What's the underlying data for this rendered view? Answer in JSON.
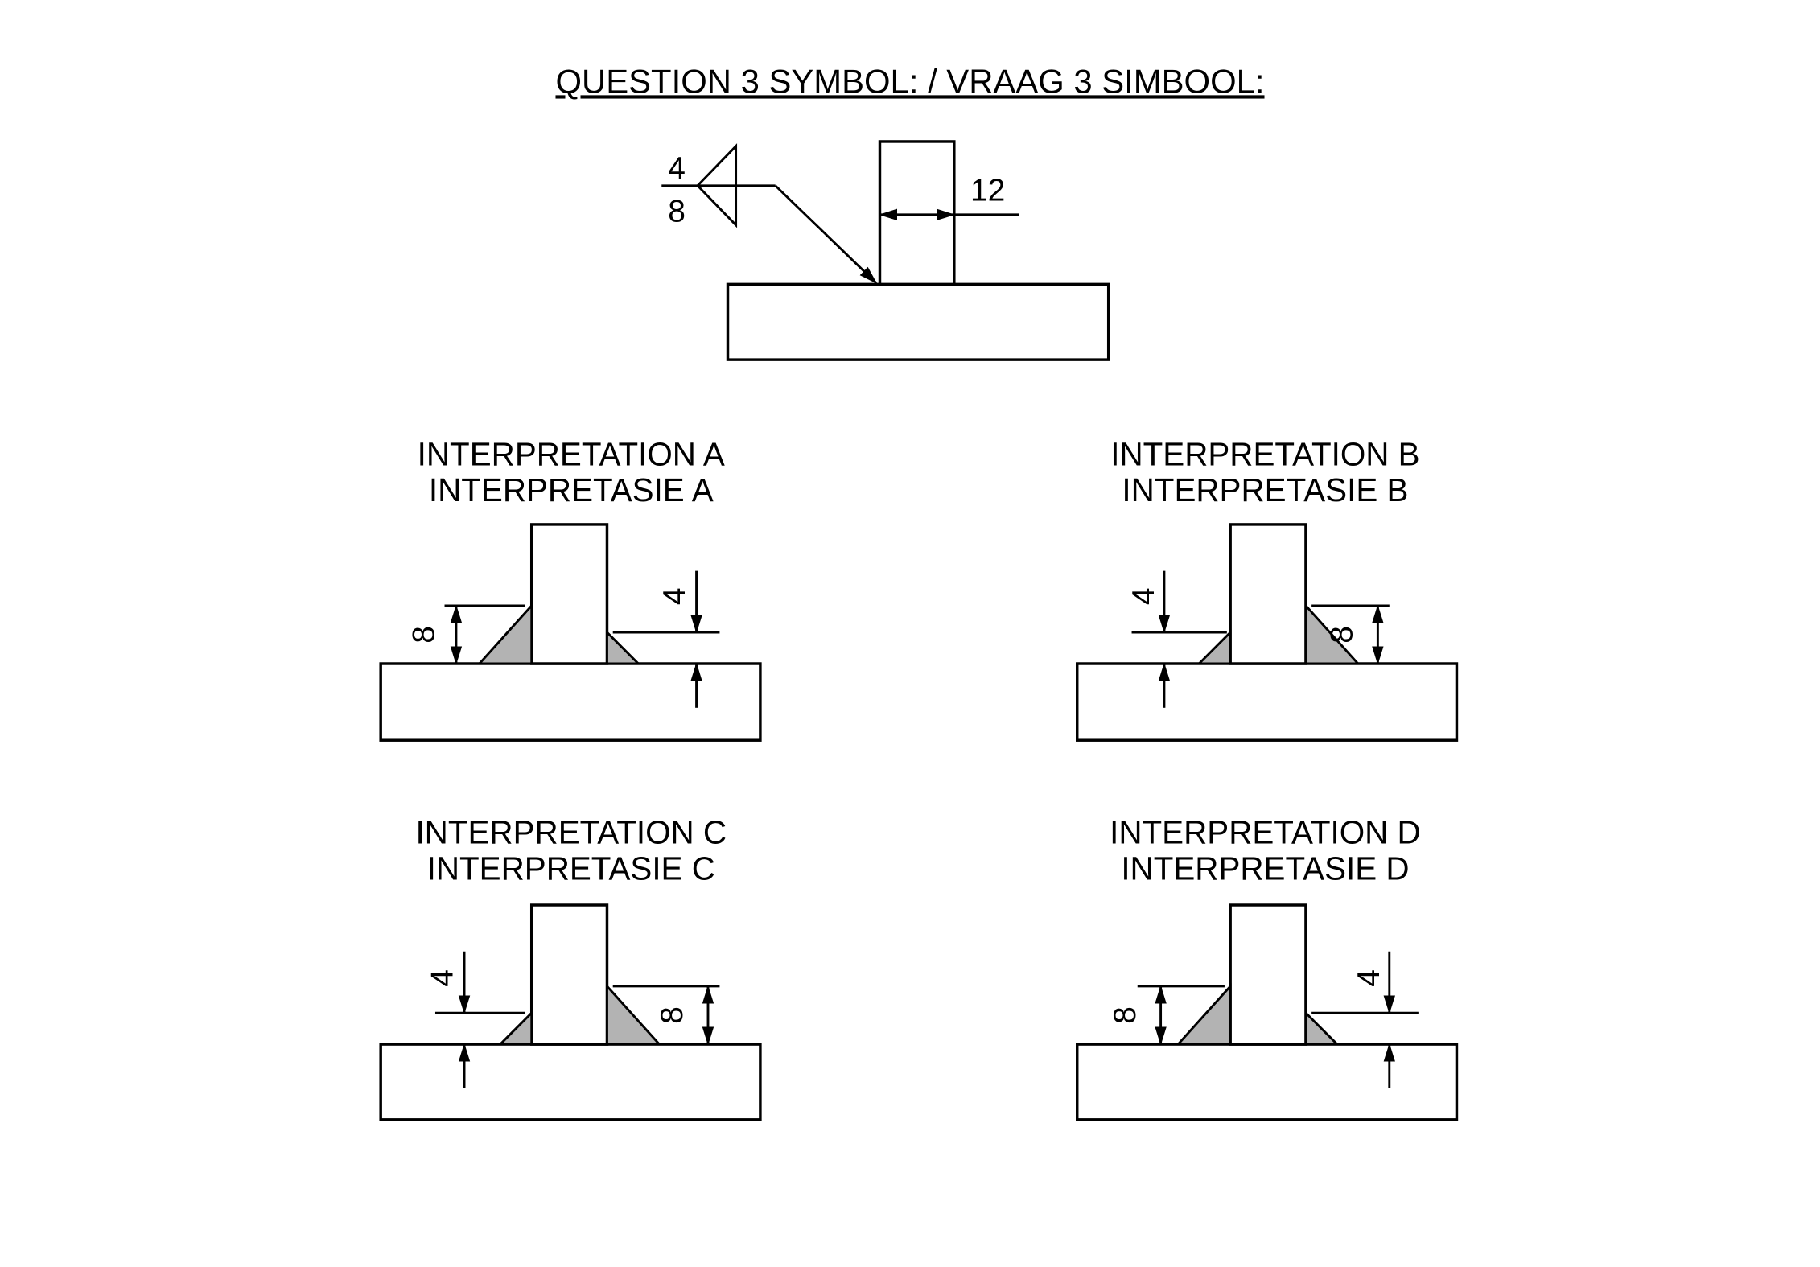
{
  "title": "QUESTION 3 SYMBOL: / VRAAG 3 SIMBOOL:",
  "symbol_drawing": {
    "other_side_size": "4",
    "arrow_side_size": "8",
    "member_width": "12"
  },
  "interpretations": {
    "a": {
      "title_en": "INTERPRETATION A",
      "title_af": "INTERPRETASIE A",
      "left_weld_size": "8",
      "right_weld_size": "4"
    },
    "b": {
      "title_en": "INTERPRETATION B",
      "title_af": "INTERPRETASIE B",
      "left_weld_size": "4",
      "right_weld_size": "8"
    },
    "c": {
      "title_en": "INTERPRETATION C",
      "title_af": "INTERPRETASIE C",
      "left_weld_size": "4",
      "right_weld_size": "8"
    },
    "d": {
      "title_en": "INTERPRETATION D",
      "title_af": "INTERPRETASIE D",
      "left_weld_size": "8",
      "right_weld_size": "4"
    }
  },
  "colors": {
    "line": "#000000",
    "weld_fill": "#b3b3b3",
    "background": "#ffffff"
  }
}
